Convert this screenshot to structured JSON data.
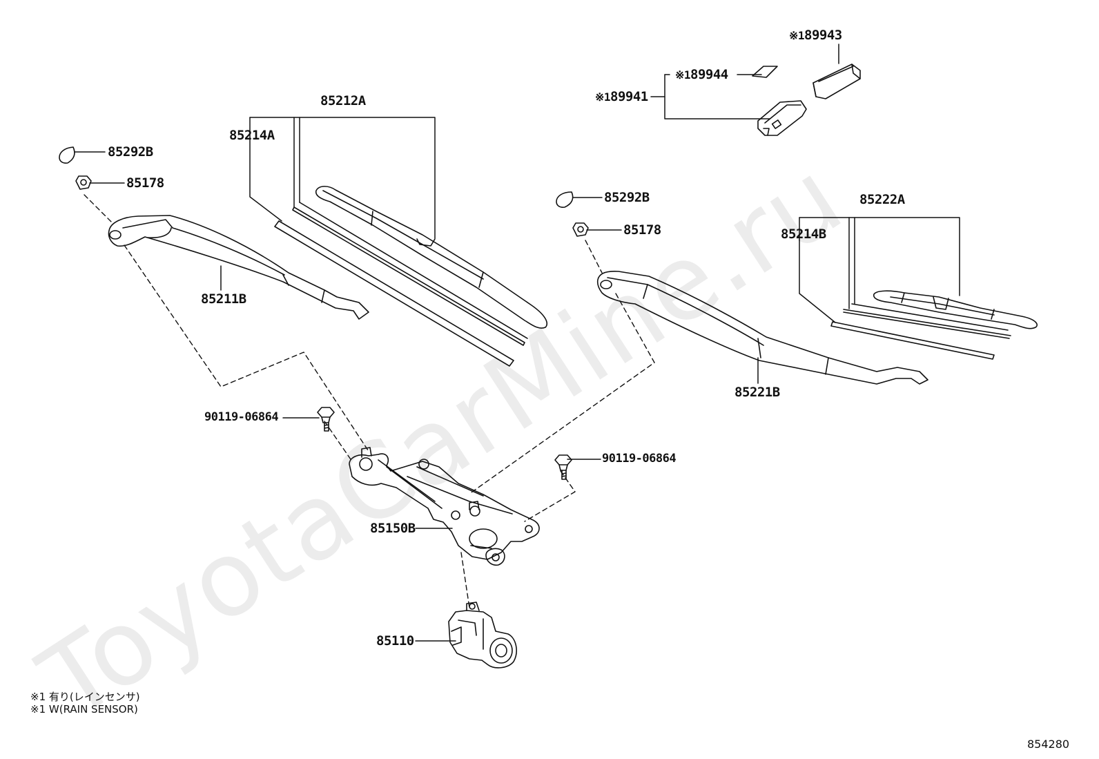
{
  "labels": {
    "p85212A": "85212A",
    "p85214A": "85214A",
    "p85292B_left": "85292B",
    "p85178_left": "85178",
    "p85211B": "85211B",
    "p85292B_right": "85292B",
    "p85178_right": "85178",
    "p85222A": "85222A",
    "p85214B": "85214B",
    "p85221B": "85221B",
    "p89943": "89943",
    "p89944": "89944",
    "p89941": "89941",
    "p90119_left": "90119-06864",
    "p90119_right": "90119-06864",
    "p85150B": "85150B",
    "p85110": "85110"
  },
  "marks": {
    "m89943": "※1",
    "m89944": "※1",
    "m89941": "※1"
  },
  "notes": {
    "line1": "※1 有り(レインセンサ)",
    "line2": "※1 W(RAIN SENSOR)"
  },
  "figure_code": "854280",
  "watermark": "ToyotaCarMine.ru"
}
